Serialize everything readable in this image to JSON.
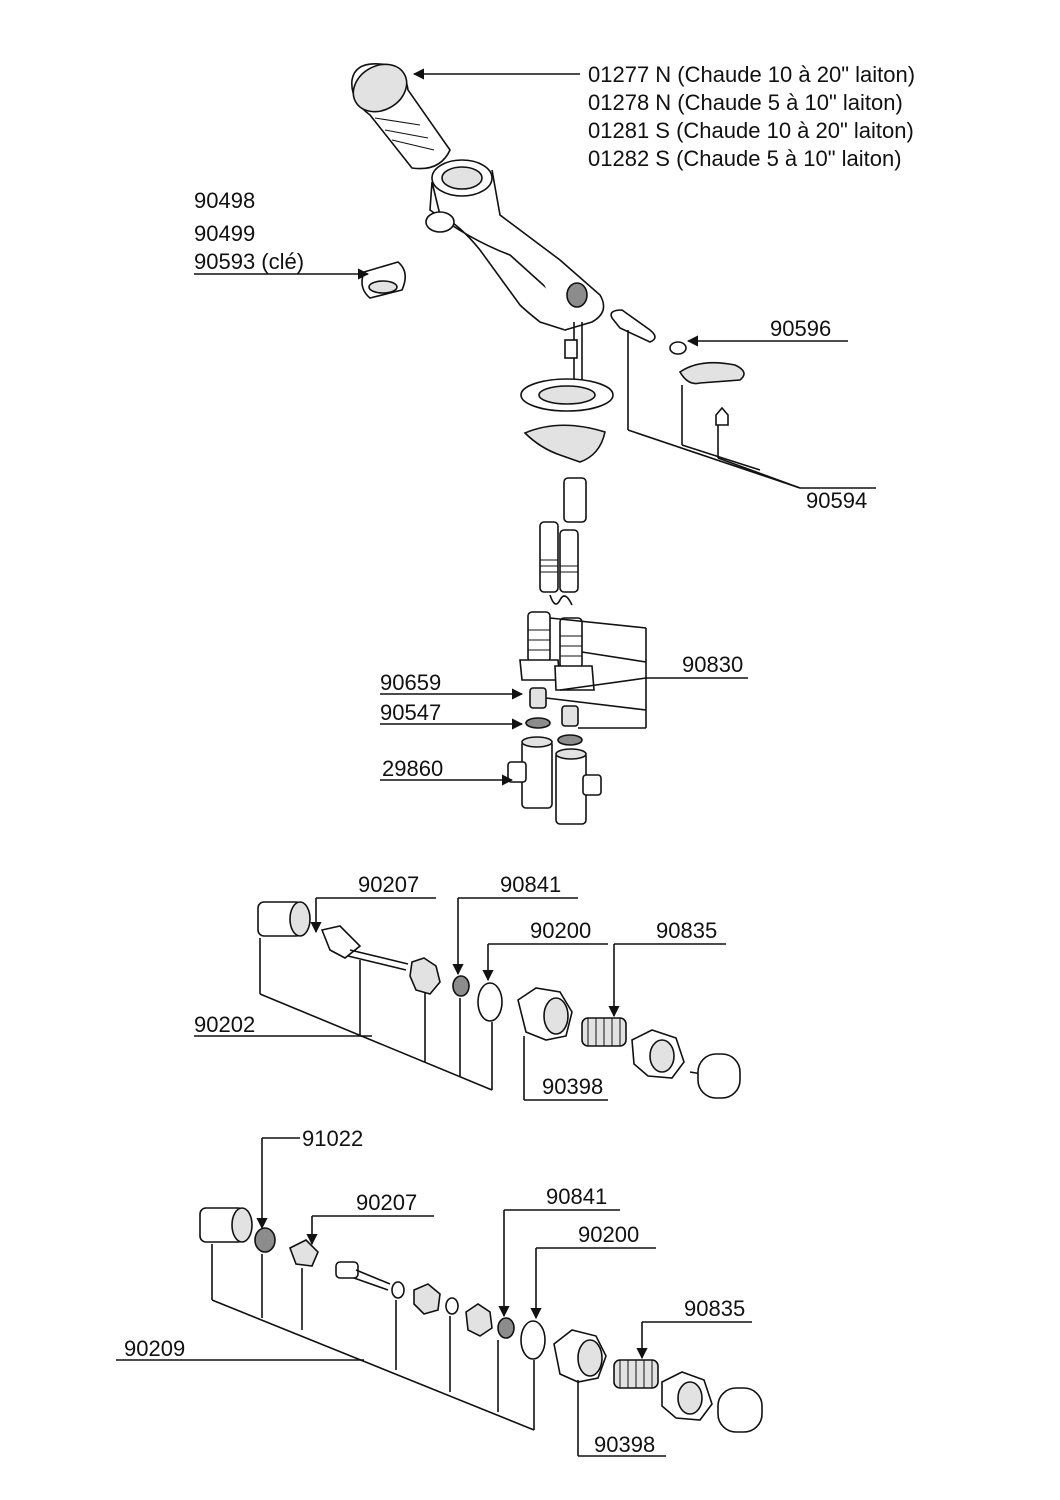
{
  "top_assembly": {
    "head_refs": [
      "01277 N (Chaude 10 à 20\" laiton)",
      "01278 N (Chaude 5 à 10\" laiton)",
      "01281 S (Chaude 10 à 20\" laiton)",
      "01282 S (Chaude 5 à 10\" laiton)"
    ],
    "aerator_refs": [
      "90498",
      "90499",
      "90593 (clé)"
    ],
    "ring_ref": "90596",
    "lever_kit_ref": "90594",
    "hoses_ref": "90830",
    "filter_ref": "90659",
    "seal_ref": "90547",
    "valves_ref": "29860"
  },
  "cartridge_1": {
    "screw_ref": "90207",
    "washer_ref": "90841",
    "oring_ref": "90200",
    "spring_ref": "90835",
    "kit_ref": "90202",
    "nut_ref": "90398"
  },
  "cartridge_2": {
    "cap_ref": "91022",
    "screw_ref": "90207",
    "washer_ref": "90841",
    "oring_ref": "90200",
    "spring_ref": "90835",
    "kit_ref": "90209",
    "nut_ref": "90398"
  }
}
